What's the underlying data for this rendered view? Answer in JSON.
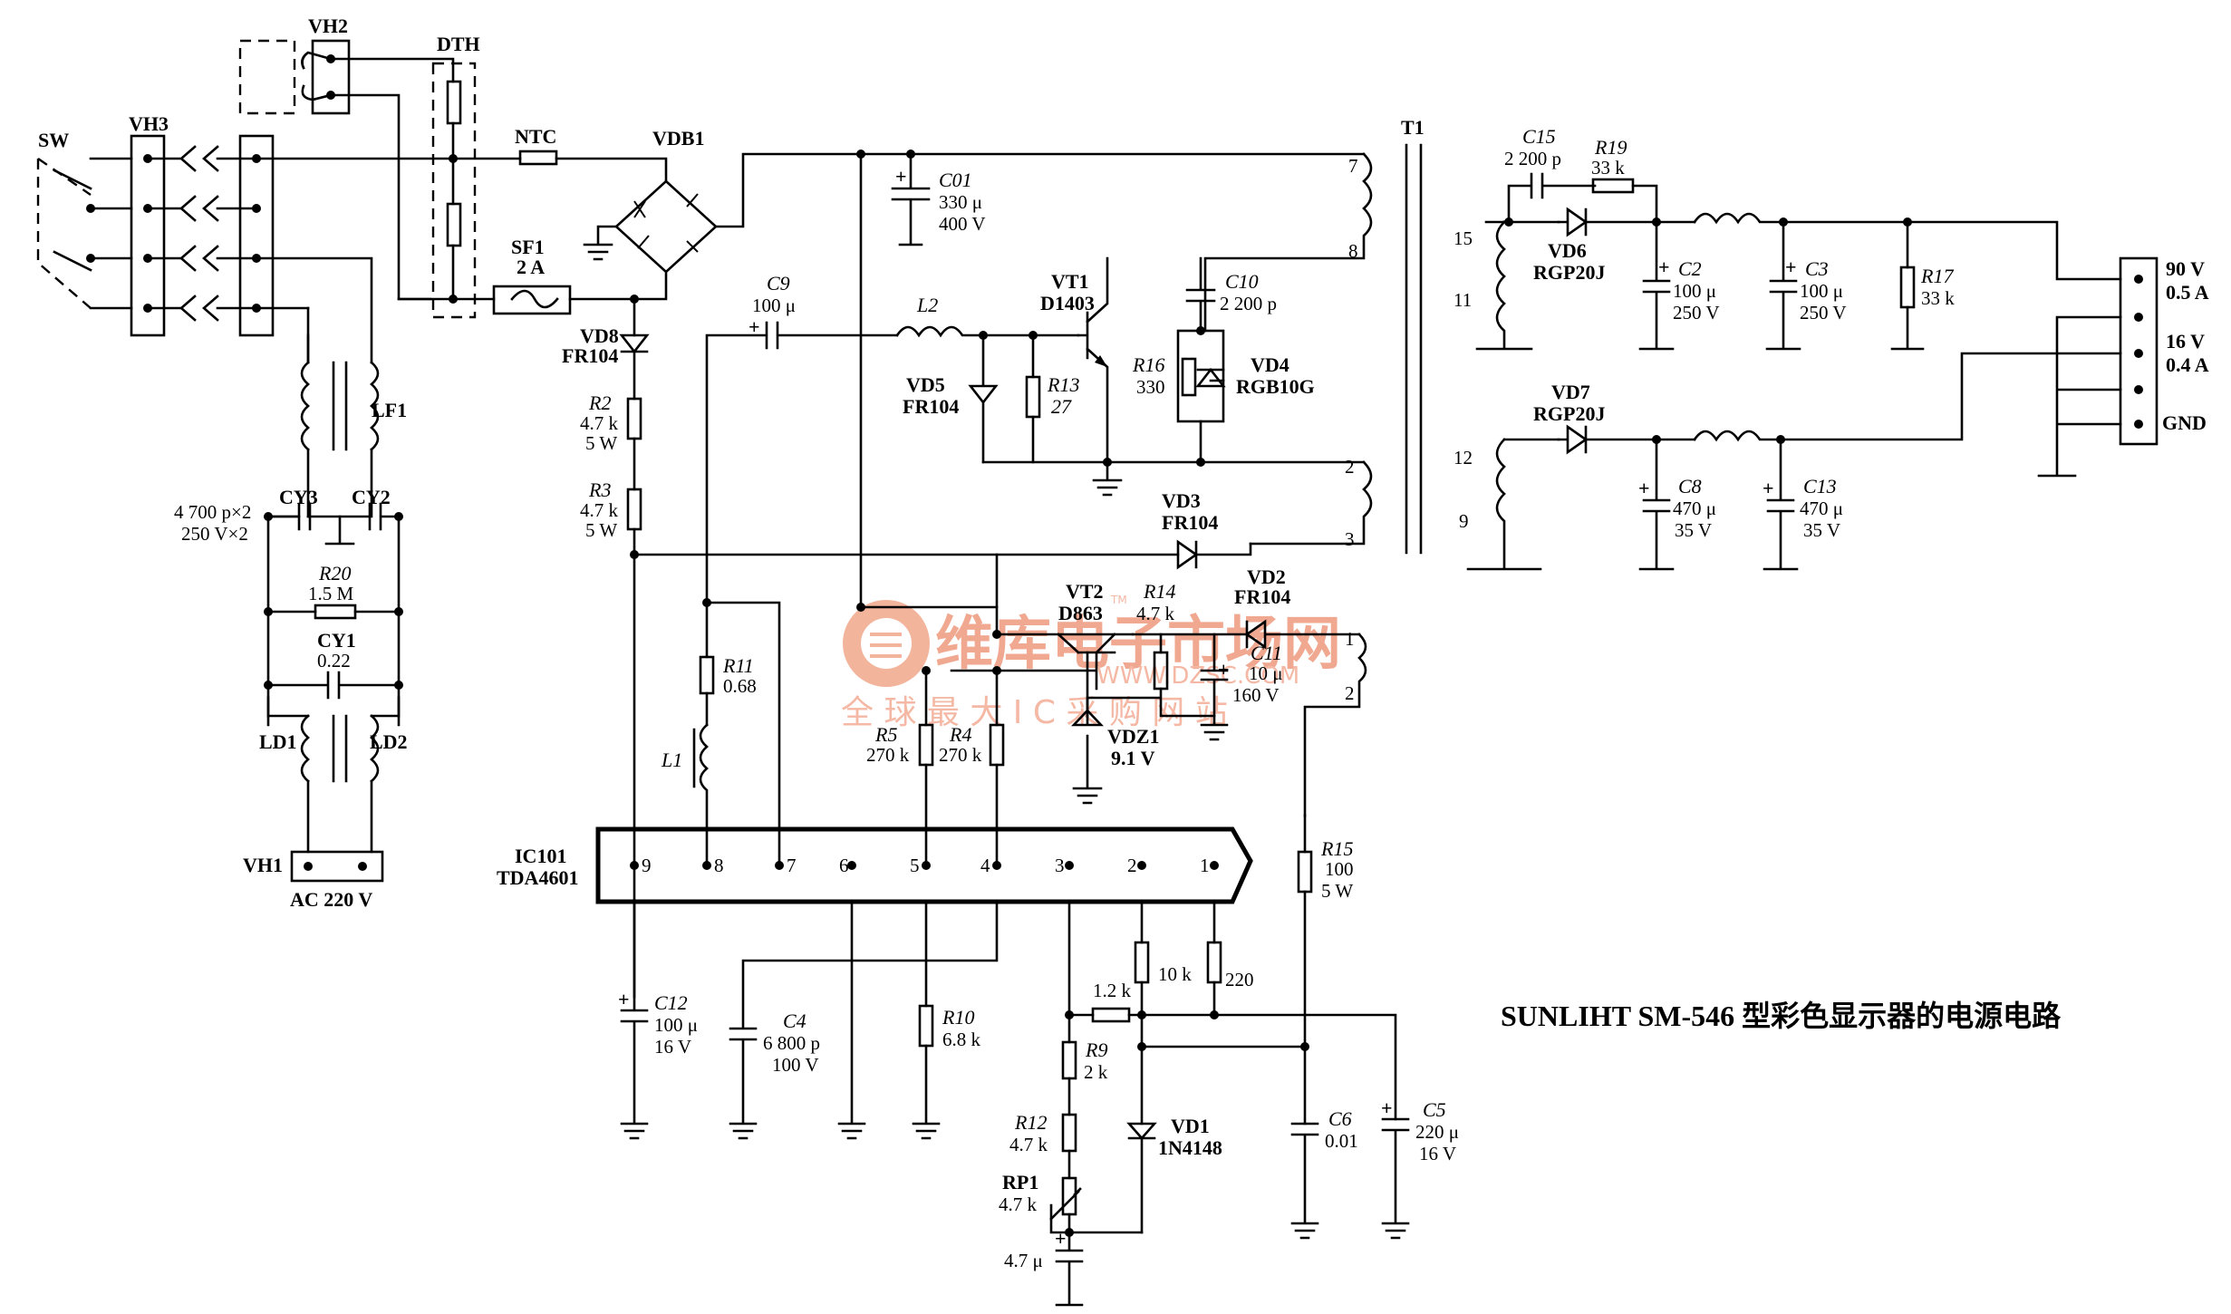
{
  "caption": "SUNLIHT SM-546 型彩色显示器的电源电路",
  "watermark": {
    "title": "维库电子市场网",
    "subtitle": "全 球 最 大 I C 采 购 网 站",
    "url": "WWW.DZSC.COM",
    "tm": "TM"
  },
  "labels": {
    "sw": "SW",
    "vh3": "VH3",
    "vh2": "VH2",
    "dth": "DTH",
    "ntc": "NTC",
    "vdb1": "VDB1",
    "sf1": "SF1",
    "sf1_val": "2 A",
    "lf1": "LF1",
    "cy_val1": "4 700 p×2",
    "cy_val2": "250 V×2",
    "cy3": "CY3",
    "cy2": "CY2",
    "r20": "R20",
    "r20_val": "1.5 M",
    "cy1": "CY1",
    "cy1_val": "0.22",
    "ld1": "LD1",
    "ld2": "LD2",
    "vh1": "VH1",
    "ac": "AC 220 V",
    "vd8": "VD8",
    "vd8_val": "FR104",
    "r2": "R2",
    "r2_val": "4.7 k",
    "r2_w": "5 W",
    "r3": "R3",
    "r3_val": "4.7 k",
    "r3_w": "5 W",
    "c01": "C01",
    "c01_val": "330 μ",
    "c01_v": "400 V",
    "c9": "C9",
    "c9_val": "100 μ",
    "l2": "L2",
    "vt1": "VT1",
    "vt1_val": "D1403",
    "c10": "C10",
    "c10_val": "2 200 p",
    "r16": "R16",
    "r16_val": "330",
    "vd4": "VD4",
    "vd4_val": "RGB10G",
    "vd5": "VD5",
    "vd5_val": "FR104",
    "r13": "R13",
    "r13_val": "27",
    "t1": "T1",
    "vd3": "VD3",
    "vd3_val": "FR104",
    "vt2": "VT2",
    "vt2_val": "D863",
    "r14": "R14",
    "r14_val": "4.7 k",
    "vd2": "VD2",
    "vd2_val": "FR104",
    "c11": "C11",
    "c11_val": "10 μ",
    "c11_v": "160 V",
    "vdz1": "VDZ1",
    "vdz1_val": "9.1 V",
    "r11": "R11",
    "r11_val": "0.68",
    "l1": "L1",
    "r5": "R5",
    "r5_val": "270 k",
    "r4": "R4",
    "r4_val": "270 k",
    "ic": "IC101",
    "ic_val": "TDA4601",
    "r15": "R15",
    "r15_val": "100",
    "r15_w": "5 W",
    "c12": "C12",
    "c12_val": "100 μ",
    "c12_v": "16 V",
    "c4": "C4",
    "c4_val": "6 800 p",
    "c4_v": "100 V",
    "r10": "R10",
    "r10_val": "6.8 k",
    "r_10k": "10 k",
    "r_220": "220",
    "r_1k2": "1.2 k",
    "r9": "R9",
    "r9_val": "2 k",
    "r12": "R12",
    "r12_val": "4.7 k",
    "rp1": "RP1",
    "rp1_val": "4.7 k",
    "c_47": "4.7 μ",
    "vd1": "VD1",
    "vd1_val": "1N4148",
    "c6": "C6",
    "c6_val": "0.01",
    "c5": "C5",
    "c5_val": "220 μ",
    "c5_v": "16 V",
    "c15": "C15",
    "c15_val": "2 200 p",
    "r19": "R19",
    "r19_val": "33 k",
    "vd6": "VD6",
    "vd6_val": "RGP20J",
    "c2": "C2",
    "c2_val": "100 μ",
    "c2_v": "250 V",
    "c3": "C3",
    "c3_val": "100 μ",
    "c3_v": "250 V",
    "r17": "R17",
    "r17_val": "33 k",
    "vd7": "VD7",
    "vd7_val": "RGP20J",
    "c8": "C8",
    "c8_val": "470 μ",
    "c8_v": "35 V",
    "c13": "C13",
    "c13_val": "470 μ",
    "c13_v": "35 V",
    "out1": "90 V",
    "out1_i": "0.5 A",
    "out2": "16 V",
    "out2_i": "0.4 A",
    "gnd": "GND",
    "plus": "+"
  },
  "ic_pins": [
    "9",
    "8",
    "7",
    "6",
    "5",
    "4",
    "3",
    "2",
    "1"
  ],
  "t1_pins": {
    "p7": "7",
    "p8": "8",
    "p2": "2",
    "p3": "3",
    "p15": "15",
    "p11": "11",
    "p12": "12",
    "p9": "9",
    "p1": "1",
    "p2b": "2"
  }
}
